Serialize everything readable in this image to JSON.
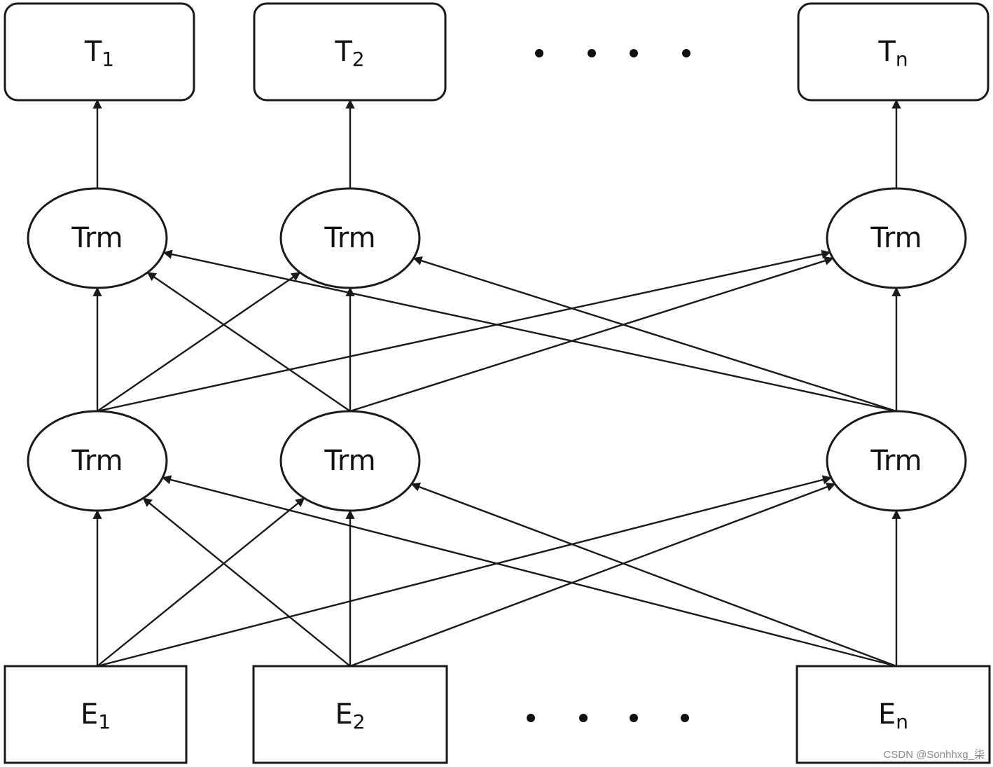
{
  "outputs": [
    {
      "letter": "T",
      "sub": "1"
    },
    {
      "letter": "T",
      "sub": "2"
    },
    {
      "letter": "T",
      "sub": "n"
    }
  ],
  "layer2": [
    {
      "label": "Trm"
    },
    {
      "label": "Trm"
    },
    {
      "label": "Trm"
    }
  ],
  "layer1": [
    {
      "label": "Trm"
    },
    {
      "label": "Trm"
    },
    {
      "label": "Trm"
    }
  ],
  "inputs": [
    {
      "letter": "E",
      "sub": "1"
    },
    {
      "letter": "E",
      "sub": "2"
    },
    {
      "letter": "E",
      "sub": "n"
    }
  ],
  "ellipsis_count": 4,
  "connections": {
    "input_to_layer1": "all-to-all",
    "layer1_to_layer2": "all-to-all",
    "layer2_to_output": "one-to-one"
  },
  "watermark": "CSDN @Sonhhxg_柒"
}
